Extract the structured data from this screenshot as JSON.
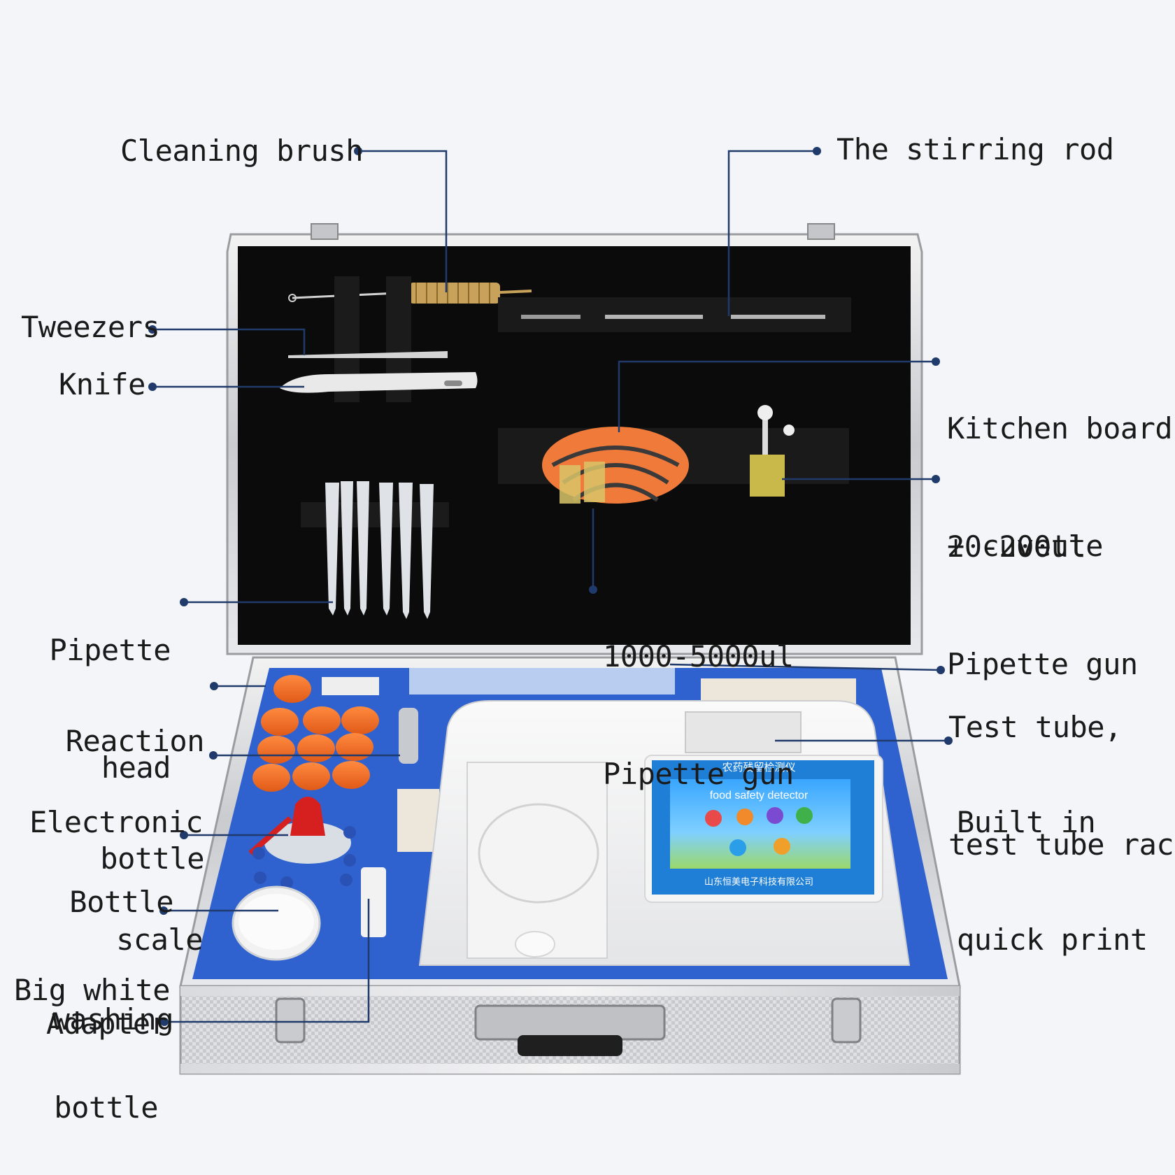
{
  "callouts": {
    "cleaning_brush": "Cleaning brush",
    "stirring_rod": "The stirring rod",
    "tweezers": "Tweezers",
    "knife": "Knife",
    "kitchen_board": [
      "Kitchen board",
      "+ cuvette"
    ],
    "pipette_gun_small": [
      "20-200ul",
      "Pipette gun"
    ],
    "pipette_gun_large": [
      "1000-5000ul",
      "Pipette gun"
    ],
    "pipette_head": [
      "Pipette",
      "head"
    ],
    "reaction_bottle": [
      "Reaction",
      "bottle"
    ],
    "test_tube": [
      "Test tube,",
      "test tube rack"
    ],
    "electronic_scale": [
      "Electronic",
      "scale"
    ],
    "built_in_print": [
      "Built in",
      "quick print"
    ],
    "bottle_washing": [
      "Bottle",
      "washing"
    ],
    "big_white_bottle": [
      "Big white",
      "bottle"
    ],
    "adapter": "Adapter"
  },
  "device_screen": {
    "header": "农药残留检测仪",
    "title": "food safety detector",
    "footer": "山东恒美电子科技有限公司"
  },
  "colors": {
    "leader_line": "#1f3a6b",
    "foam": "#2f62cf",
    "lid_lining": "#0b0b0b",
    "caps": "#f06a2a",
    "screen": "#1f7fd6"
  }
}
